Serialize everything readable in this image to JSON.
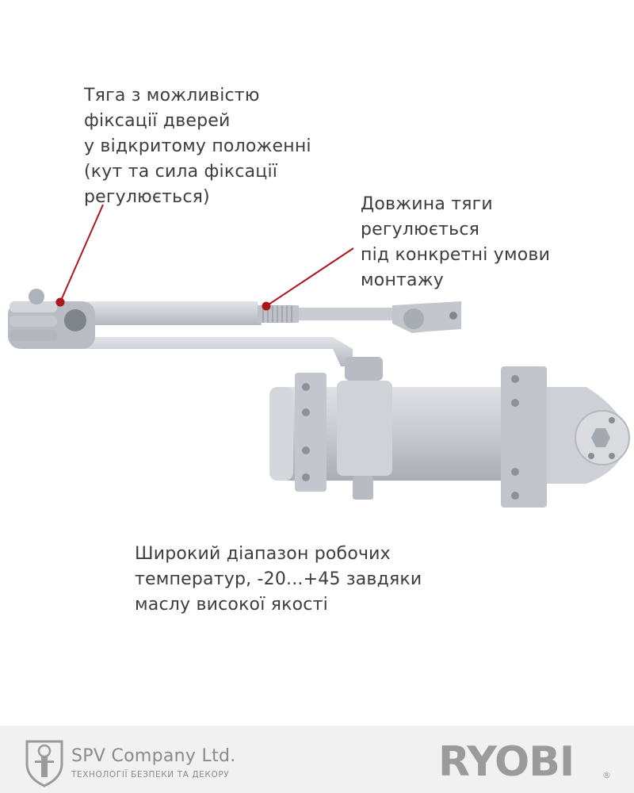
{
  "captions": {
    "arm_fixation": "Тяга з можливістю\nфіксації дверей\nу відкритому положенні\n(кут та сила фіксації\nрегулюється)",
    "arm_length": "Довжина тяги регулюється\nпід конкретні умови\nмонтажу",
    "temperature": "Широкий діапазон робочих\nтемператур, -20...+45 завдяки\nмаслу високої якості"
  },
  "footer": {
    "company_name": "SPV Company Ltd.",
    "company_tagline": "ТЕХНОЛОГІЇ БЕЗПЕКИ ТА ДЕКОРУ",
    "brand": "RYOBI",
    "brand_mark": "®"
  },
  "colors": {
    "callout_line": "#b0141c",
    "metal": "#c9ccd2",
    "text": "#3d3d3d"
  }
}
